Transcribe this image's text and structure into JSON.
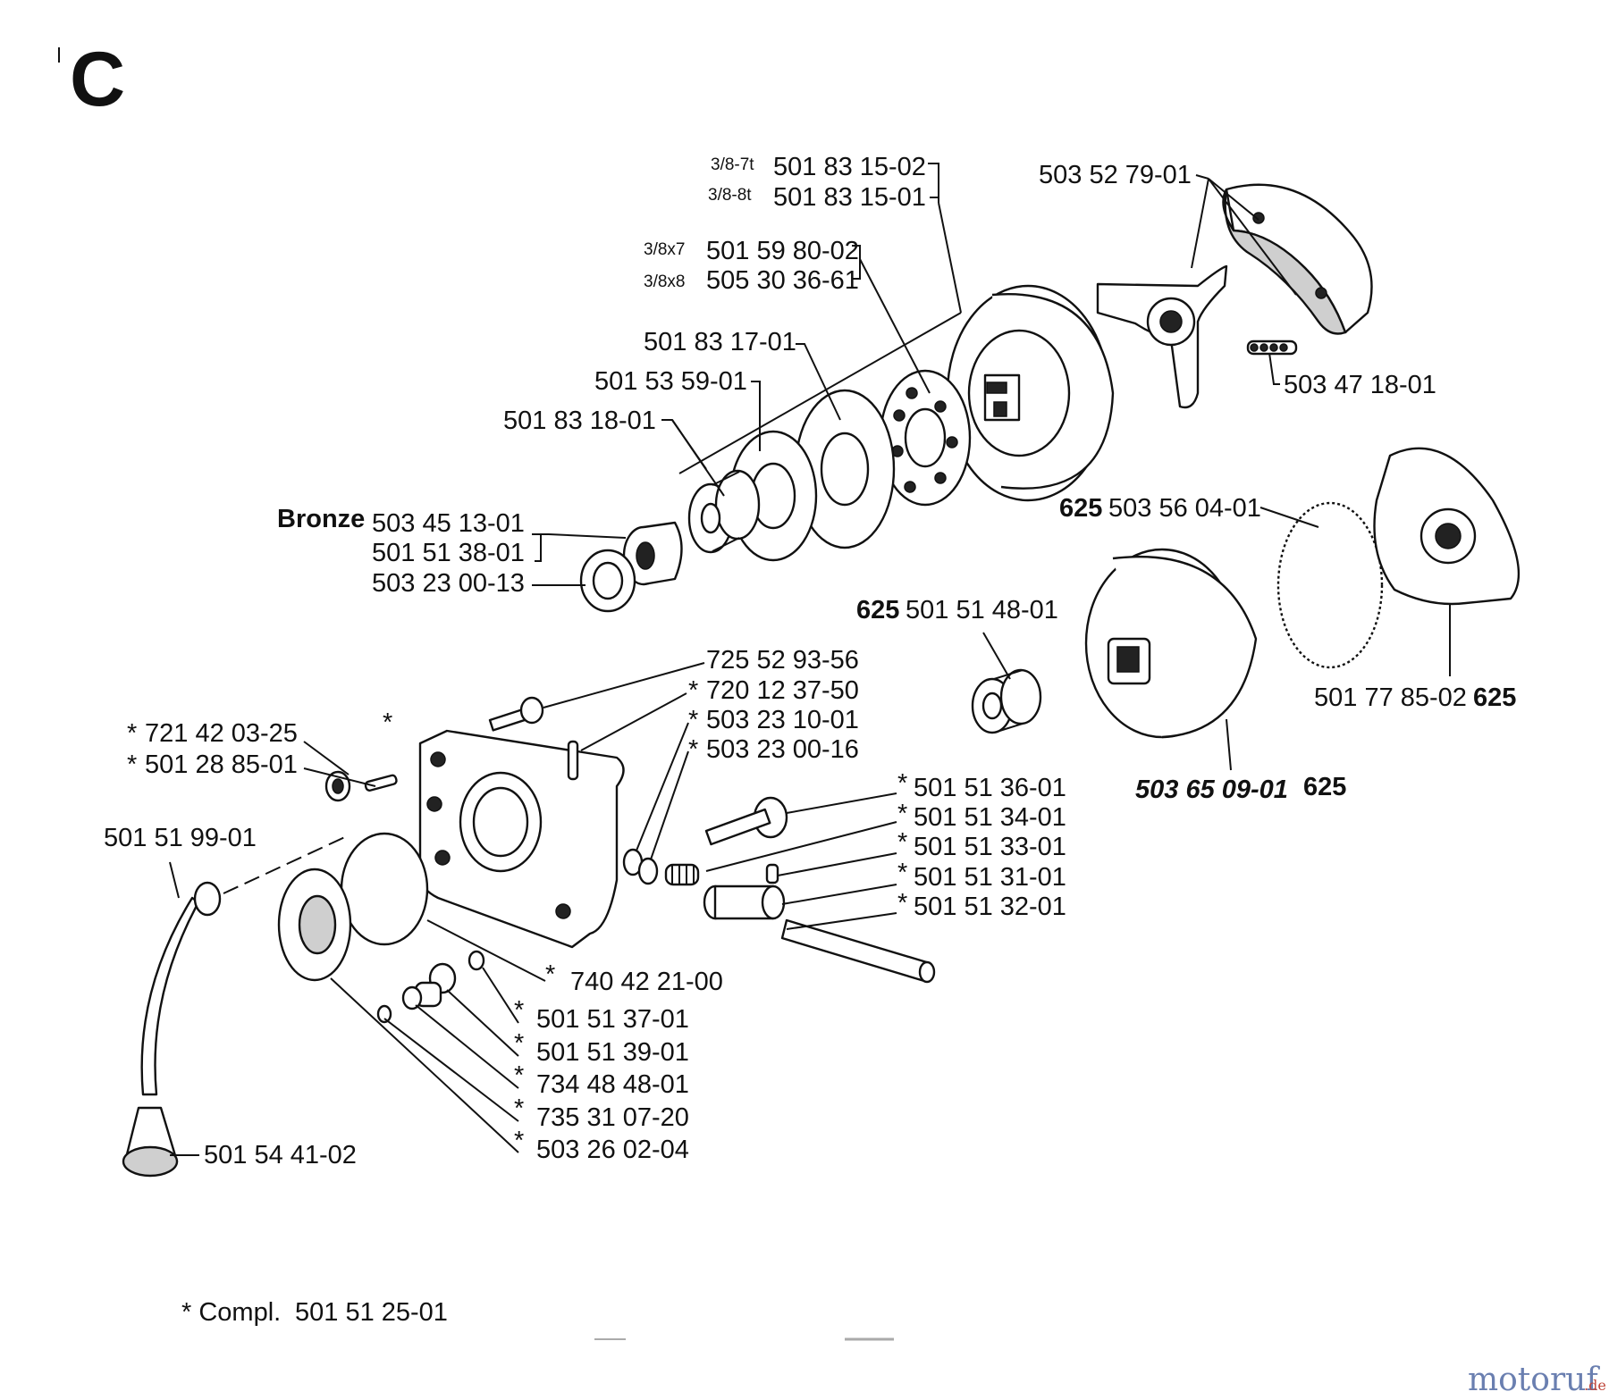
{
  "section_letter": "C",
  "notes": {
    "compl_label": "* Compl.",
    "compl_part": "501 51 25-01"
  },
  "watermark": {
    "brand": "motoruf",
    "tld": ".de"
  },
  "labels": {
    "p_501_83_15_02": "501 83 15-02",
    "q_501_83_15_02": "3/8-7t",
    "p_501_83_15_01": "501 83 15-01",
    "q_501_83_15_01": "3/8-8t",
    "p_501_59_80_02": "501 59 80-02",
    "q_501_59_80_02": "3/8x7",
    "p_505_30_36_61": "505 30 36-61",
    "q_505_30_36_61": "3/8x8",
    "p_503_52_79_01": "503 52 79-01",
    "p_501_83_17_01": "501 83 17-01",
    "p_501_53_59_01": "501 53 59-01",
    "p_501_83_18_01": "501 83 18-01",
    "p_503_47_18_01": "503 47 18-01",
    "m_bronze": "Bronze",
    "p_503_45_13_01": "503 45 13-01",
    "p_501_51_38_01": "501 51 38-01",
    "p_503_23_00_13": "503 23 00-13",
    "m_625_a": "625",
    "p_503_56_04_01": "503 56 04-01",
    "m_625_b": "625",
    "p_501_51_48_01": "501 51 48-01",
    "p_501_77_85_02": "501 77 85-02",
    "m_625_c": "625",
    "p_503_65_09_01": "503 65 09-01",
    "m_625_d": "625",
    "p_725_52_93_56": "725 52 93-56",
    "p_720_12_37_50": "720 12 37-50",
    "p_503_23_10_01": "503 23 10-01",
    "p_503_23_00_16": "503 23 00-16",
    "p_721_42_03_25": "721 42 03-25",
    "p_501_28_85_01": "501 28 85-01",
    "p_501_51_99_01": "501 51 99-01",
    "p_501_51_36_01": "501 51 36-01",
    "p_501_51_34_01": "501 51 34-01",
    "p_501_51_33_01": "501 51 33-01",
    "p_501_51_31_01": "501 51 31-01",
    "p_501_51_32_01": "501 51 32-01",
    "p_740_42_21_00": "740 42 21-00",
    "p_501_51_37_01": "501 51 37-01",
    "p_501_51_39_01": "501 51 39-01",
    "p_734_48_48_01": "734 48 48-01",
    "p_735_31_07_20": "735 31 07-20",
    "p_503_26_02_04": "503 26 02-04",
    "p_501_54_41_02": "501 54 41-02",
    "star": "*"
  }
}
